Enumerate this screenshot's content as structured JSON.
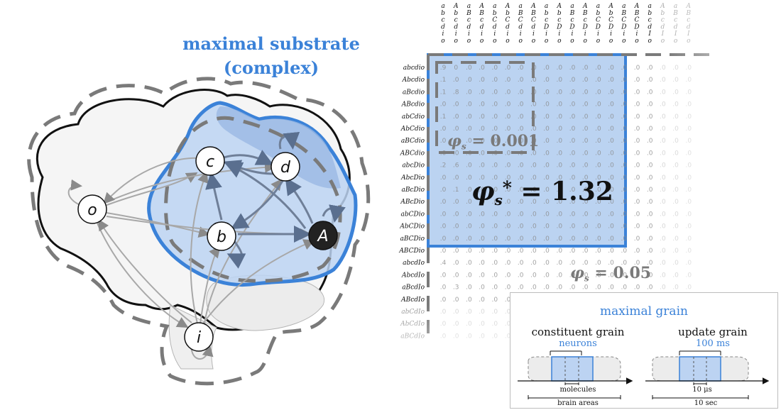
{
  "title": {
    "line1": "maximal substrate",
    "line2": "(complex)"
  },
  "nodes": [
    {
      "id": "c",
      "label": "c",
      "fill": "#ffffff"
    },
    {
      "id": "d",
      "label": "d",
      "fill": "#ffffff"
    },
    {
      "id": "o",
      "label": "o",
      "fill": "#ffffff"
    },
    {
      "id": "b",
      "label": "b",
      "fill": "#ffffff"
    },
    {
      "id": "A",
      "label": "A",
      "fill": "#222222"
    },
    {
      "id": "i",
      "label": "i",
      "fill": "#ffffff"
    }
  ],
  "matrix": {
    "column_headers": [
      [
        "a",
        "A",
        "a",
        "A",
        "a",
        "A",
        "a",
        "A",
        "a",
        "A",
        "a",
        "A",
        "a",
        "A",
        "a",
        "A",
        "a",
        "A",
        "a",
        "A"
      ],
      [
        "b",
        "b",
        "B",
        "B",
        "b",
        "b",
        "B",
        "B",
        "b",
        "b",
        "B",
        "B",
        "b",
        "b",
        "B",
        "B",
        "b",
        "b",
        "B",
        "B"
      ],
      [
        "c",
        "c",
        "c",
        "c",
        "C",
        "C",
        "C",
        "C",
        "c",
        "c",
        "c",
        "c",
        "C",
        "C",
        "C",
        "C",
        "c",
        "c",
        "c",
        "c"
      ],
      [
        "d",
        "d",
        "d",
        "d",
        "d",
        "d",
        "d",
        "d",
        "D",
        "D",
        "D",
        "D",
        "D",
        "D",
        "D",
        "D",
        "d",
        "d",
        "d",
        "d"
      ],
      [
        "i",
        "i",
        "i",
        "i",
        "i",
        "i",
        "i",
        "i",
        "i",
        "i",
        "i",
        "i",
        "i",
        "i",
        "i",
        "i",
        "I",
        "I",
        "I",
        "I"
      ],
      [
        "o",
        "o",
        "o",
        "o",
        "o",
        "o",
        "o",
        "o",
        "o",
        "o",
        "o",
        "o",
        "o",
        "o",
        "o",
        "o",
        "o",
        "o",
        "o",
        "o"
      ]
    ],
    "row_labels": [
      "abcdio",
      "Abcdio",
      "aBcdio",
      "ABcdio",
      "abCdio",
      "AbCdio",
      "aBCdio",
      "ABCdio",
      "abcDio",
      "AbcDio",
      "aBcDio",
      "ABcDio",
      "abCDio",
      "AbCDio",
      "aBCDio",
      "ABCDio",
      "abcdIo",
      "AbcdIo",
      "aBcdIo",
      "ABcdIo",
      "abCdIo",
      "AbCdIo",
      "aBCdIo"
    ],
    "row_leads": [
      ".9",
      ".1",
      ".1",
      ".0",
      ".1",
      ".0",
      ".0",
      ".0",
      ".2",
      ".0",
      ".0",
      ".0",
      ".0",
      ".0",
      ".0",
      ".0",
      ".4",
      ".0",
      ".0",
      ".0",
      ".0",
      ".0",
      ".0"
    ],
    "row_second": [
      "0",
      ".0",
      ".8",
      ".0",
      ".0",
      ".0",
      ".0",
      ".0",
      ".6",
      ".0",
      ".1",
      ".0",
      ".0",
      ".0",
      ".0",
      ".0",
      ".0",
      ".0",
      ".3",
      ".0",
      ".0",
      ".0",
      ".0"
    ],
    "highlight_color": "#3b82d8"
  },
  "phi_labels": {
    "small": {
      "symbol": "φ",
      "sub": "s",
      "value": "= 0.001"
    },
    "main": {
      "symbol": "φ",
      "sub": "s",
      "star": "*",
      "value": "= 1.32"
    },
    "outer": {
      "symbol": "φ",
      "sub": "s",
      "value": "= 0.05"
    }
  },
  "grain": {
    "title": "maximal grain",
    "constituent": {
      "heading": "constituent grain",
      "top": "neurons",
      "bottom_inner": "molecules",
      "bottom_outer": "brain areas"
    },
    "update": {
      "heading": "update grain",
      "top": "100 ms",
      "bottom_inner": "10 μs",
      "bottom_outer": "10 sec"
    }
  },
  "colors": {
    "accent": "#3b82d8",
    "dashed": "#7a7a7a",
    "fill": "#bcd3f2"
  }
}
